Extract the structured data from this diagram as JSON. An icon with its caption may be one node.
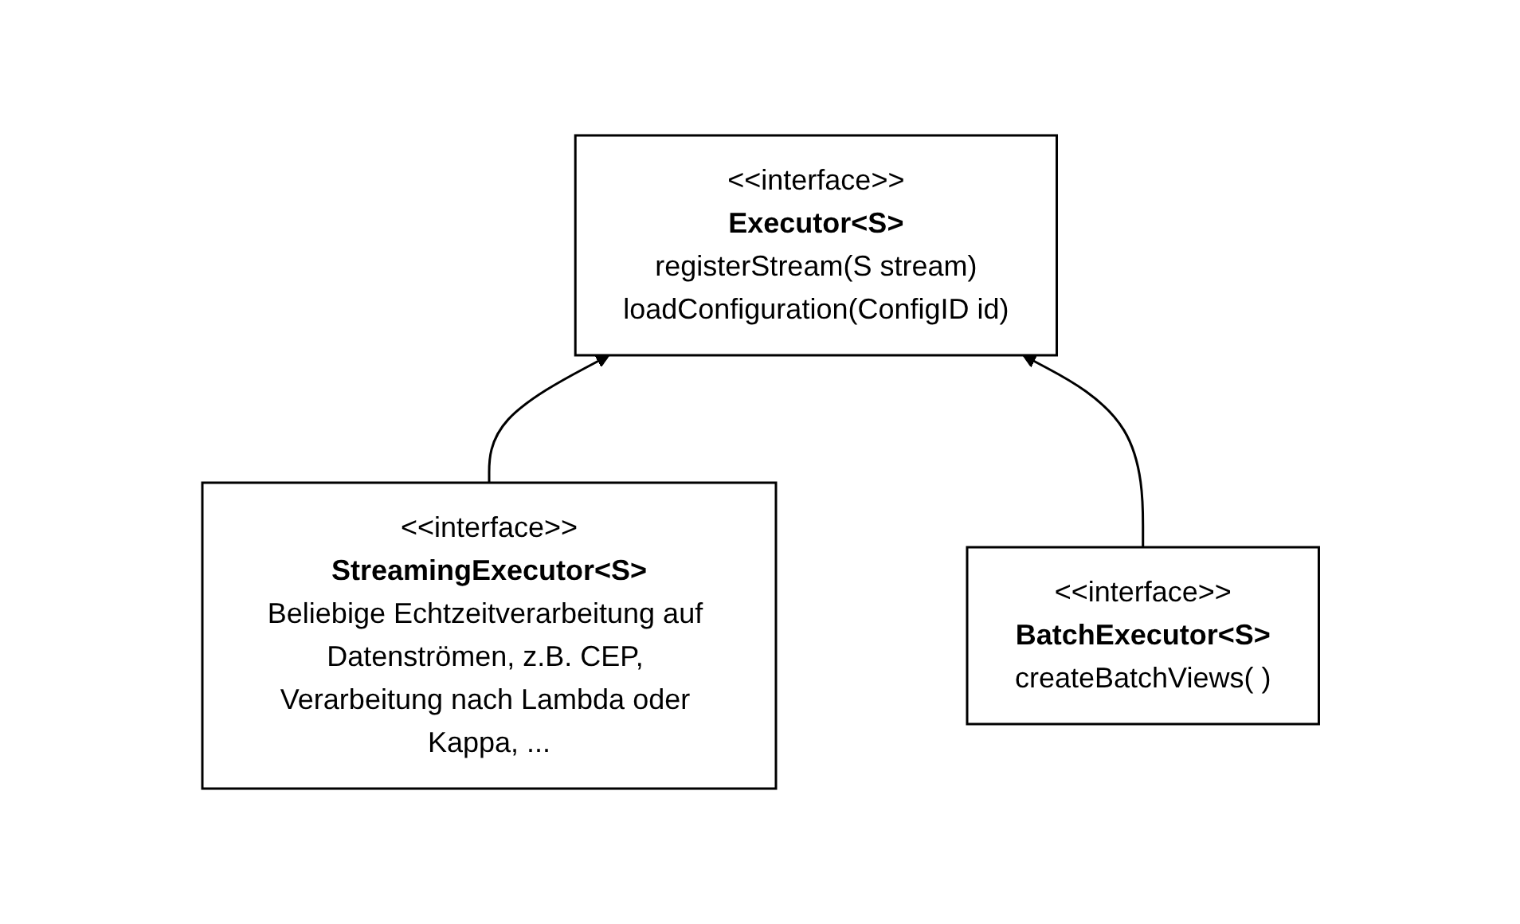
{
  "diagram": {
    "nodes": [
      {
        "text": [
          "<<interface>>",
          "Executor<S>",
          "registerStream(S stream)",
          "loadConfiguration(ConfigID id)"
        ]
      },
      {
        "text": [
          "<<interface>>",
          "StreamingExecutor<S>",
          "Beliebige Echtzeitverarbeitung auf Datenströmen, z.B. CEP, Verarbeitung nach Lambda oder Kappa, ..."
        ]
      },
      {
        "text": [
          "<<interface>>",
          "BatchExecutor<S>",
          "createBatchViews( )"
        ]
      }
    ],
    "edges": [
      {
        "from": 1,
        "to": 0,
        "arrow": "to"
      },
      {
        "from": 2,
        "to": 0,
        "arrow": "to"
      }
    ]
  }
}
